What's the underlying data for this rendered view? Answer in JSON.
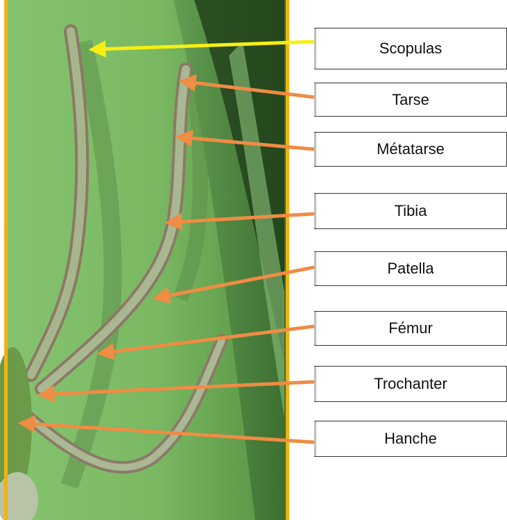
{
  "labels": [
    {
      "text": "Scopulas",
      "arrow_color": "#f7ef14"
    },
    {
      "text": "Tarse",
      "arrow_color": "#f08c44"
    },
    {
      "text": "Métatarse",
      "arrow_color": "#f08c44"
    },
    {
      "text": "Tibia",
      "arrow_color": "#f08c44"
    },
    {
      "text": "Patella",
      "arrow_color": "#f08c44"
    },
    {
      "text": "Fémur",
      "arrow_color": "#f08c44"
    },
    {
      "text": "Trochanter",
      "arrow_color": "#f08c44"
    },
    {
      "text": "Hanche",
      "arrow_color": "#f08c44"
    }
  ],
  "colors": {
    "leaf": "#7fbf6a",
    "frame": "#f2b312",
    "highlight_arrow": "#f7ef14",
    "arrow": "#f08c44"
  }
}
